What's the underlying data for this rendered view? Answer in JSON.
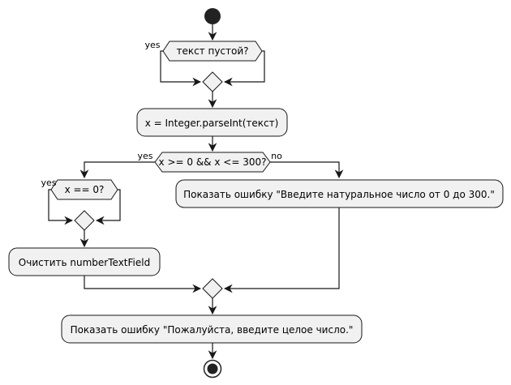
{
  "diagram": {
    "colors": {
      "node_fill": "#f1f1f1",
      "node_stroke": "#181818",
      "edge": "#181818",
      "terminal": "#222222"
    },
    "start": {
      "label": ""
    },
    "decisions": {
      "text_empty": {
        "label": "текст пустой?",
        "yes": "yes"
      },
      "range_check": {
        "label": "x >= 0 && x <= 300?",
        "yes": "yes",
        "no": "no"
      },
      "is_zero": {
        "label": "x == 0?",
        "yes": "yes"
      }
    },
    "actions": {
      "parse": "x = Integer.parseInt(текст)",
      "error_range": "Показать ошибку \"Введите натуральное число от 0 до 300.\"",
      "clear_field": "Очистить numberTextField",
      "error_integer": "Показать ошибку \"Пожалуйста, введите целое число.\""
    }
  }
}
